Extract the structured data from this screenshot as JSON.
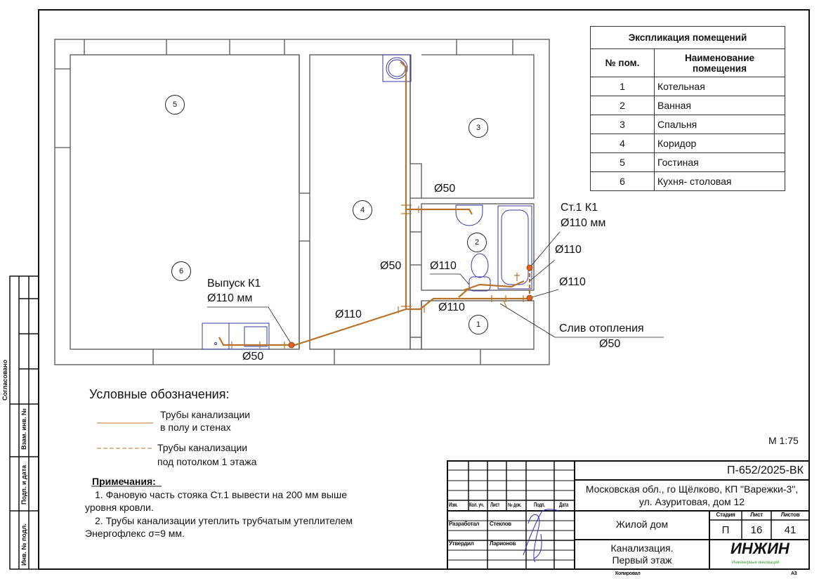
{
  "explication": {
    "title": "Экспликация помещений",
    "col_num": "№ пом.",
    "col_name": "Наименование помещения",
    "rows": [
      {
        "num": "1",
        "name": "Котельная"
      },
      {
        "num": "2",
        "name": "Ванная"
      },
      {
        "num": "3",
        "name": "Спальня"
      },
      {
        "num": "4",
        "name": "Коридор"
      },
      {
        "num": "5",
        "name": "Гостиная"
      },
      {
        "num": "6",
        "name": "Кухня- столовая"
      }
    ]
  },
  "plan": {
    "rooms": [
      "1",
      "2",
      "3",
      "4",
      "5",
      "6"
    ],
    "labels": {
      "d50_top": "Ø50",
      "st1_title": "Ст.1 К1",
      "st1_dia": "Ø110 мм",
      "d110_a": "Ø110",
      "d110_b": "Ø110",
      "d50_left": "Ø50",
      "d110_wc": "Ø110",
      "d110_boiler": "Ø110",
      "vypusk_title": "Выпуск К1",
      "vypusk_dia": "Ø110 мм",
      "d110_main": "Ø110",
      "d50_kitchen": "Ø50",
      "sliv_title": "Слив отопления",
      "sliv_dia": "Ø50"
    },
    "pipe_color": "#b8732a",
    "fixture_color": "#3a3aa0",
    "riser_color": "#e0621a"
  },
  "legend": {
    "title": "Условные обозначения:",
    "item1_l1": "Трубы канализации",
    "item1_l2": "в полу и стенах",
    "item2_l1": "Трубы канализации",
    "item2_l2": "под потолком 1 этажа"
  },
  "notes": {
    "title": "Примечания:",
    "n1_l1": "1.    Фановую часть стояка Ст.1   вывести на 200 мм выше",
    "n1_l2": "уровня кровли.",
    "n2_l1": "2.    Трубы канализации утеплить трубчатым утеплителем",
    "n2_l2": "Энергофлекс σ=9 мм."
  },
  "scale": "М 1:75",
  "side_stamp": {
    "agreed": "Согласовано",
    "vzam": "Взам. инв. №",
    "podp": "Подп. и дата",
    "inv": "Инв. № подл."
  },
  "title_block": {
    "code": "П-652/2025-ВК",
    "address_l1": "Московская обл., го Щёлково, КП \"Варежки-3\",",
    "address_l2": "ул. Азуритовая, дом 12",
    "object": "Жилой дом",
    "sheet_title_l1": "Канализация.",
    "sheet_title_l2": "Первый этаж",
    "stage_label": "Стадия",
    "sheet_label": "Лист",
    "sheets_label": "Листов",
    "stage": "П",
    "sheet": "16",
    "sheets": "41",
    "cols": [
      "Изм.",
      "Кол. уч.",
      "Лист",
      "№ док.",
      "Подп.",
      "Дата"
    ],
    "developed_label": "Разработал",
    "developed_name": "Стеклов",
    "approved_label": "Утвердил",
    "approved_name": "Ларионов",
    "logo": "ИНЖИН",
    "logo_sub": "Инженерные инновации",
    "copied": "Копировал",
    "format": "А3"
  }
}
